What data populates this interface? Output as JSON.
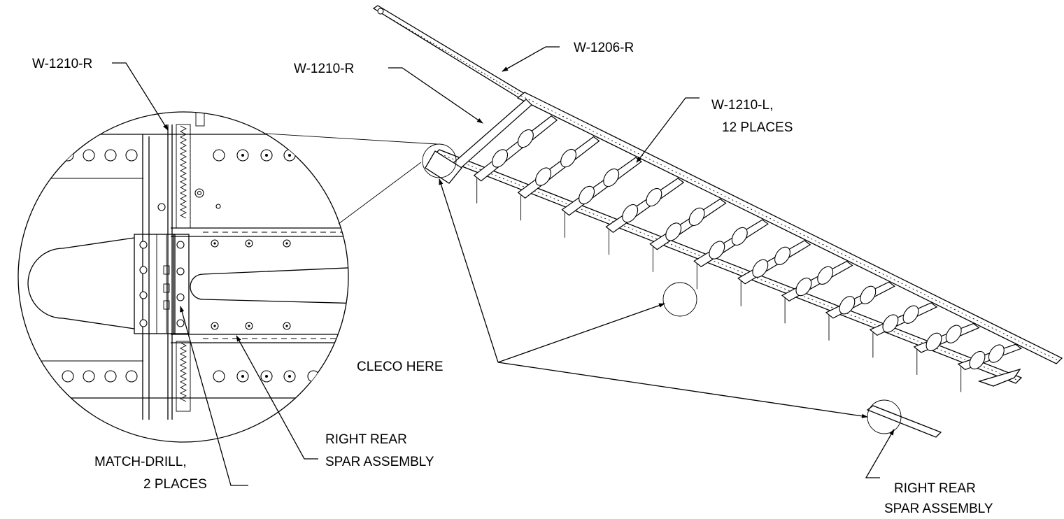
{
  "labels": {
    "w1206r": "W-1206-R",
    "w1210r_detail": "W-1210-R",
    "w1210r_main": "W-1210-R",
    "w1210l_line1": "W-1210-L,",
    "w1210l_line2": "12 PLACES",
    "cleco": "CLECO HERE",
    "match_line1": "MATCH-DRILL,",
    "match_line2": "2 PLACES",
    "rrsa_detail_line1": "RIGHT REAR",
    "rrsa_detail_line2": "SPAR ASSEMBLY",
    "rrsa_main_line1": "RIGHT REAR",
    "rrsa_main_line2": "SPAR ASSEMBLY"
  },
  "colors": {
    "ink": "#000000",
    "paper": "#ffffff"
  },
  "ribs": {
    "count": 12
  }
}
